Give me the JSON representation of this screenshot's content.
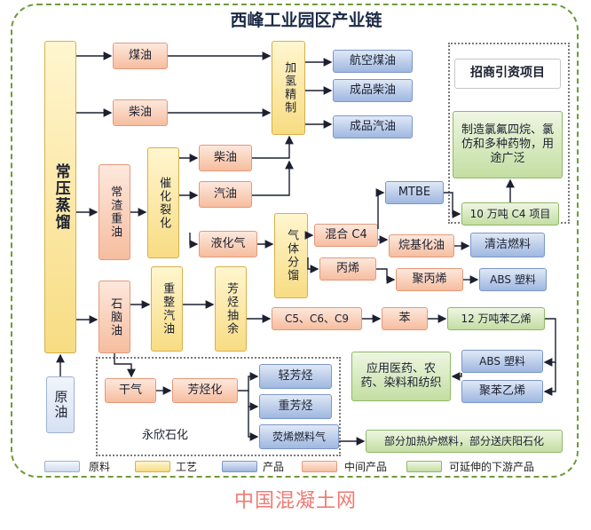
{
  "title": "西峰工业园区产业链",
  "nodes": {
    "changya": "常压蒸馏",
    "yuanyou": "原油",
    "meiyou": "煤油",
    "chaiyou": "柴油",
    "jiaqing": "加氢精制",
    "hangkong": "航空煤油",
    "chengpin_chaiyou": "成品柴油",
    "chengpin_qiyou": "成品汽油",
    "zhaoshang": "招商引资项目",
    "zhizao": "制造氯氟四烷、氯仿和多种药物，用途广泛",
    "changzha": "常渣重油",
    "cuihua": "催化裂化",
    "chaiyou2": "柴油",
    "qiyou": "汽油",
    "yehuaqi": "液化气",
    "qiti": "气体分馏",
    "mtbe": "MTBE",
    "shiwan_c4": "10 万吨 C4 项目",
    "hunhe_c4": "混合 C4",
    "wanjihua": "烷基化油",
    "qingjie": "清洁燃料",
    "bingxi": "丙烯",
    "jubingxi": "聚丙烯",
    "abs1": "ABS 塑料",
    "shinao": "石脑油",
    "chongzheng": "重整汽油",
    "fangting": "芳烃抽余",
    "c5": "C5、C6、C9",
    "ben": "苯",
    "shier_wan": "12 万吨苯乙烯",
    "yingyong": "应用医药、农药、染料和纺织",
    "abs2": "ABS 塑料",
    "jubenyixi": "聚苯乙烯",
    "ganqi": "干气",
    "fangtinghua": "芳烃化",
    "qingfang": "轻芳烃",
    "zhongfang": "重芳烃",
    "yingxi": "荧烯燃料气",
    "bufen": "部分加热炉燃料，部分送庆阳石化",
    "yongxin": "永欣石化"
  },
  "legend": [
    {
      "label": "原料",
      "color": "#dfe8f6"
    },
    {
      "label": "工艺",
      "color": "#f8dc83"
    },
    {
      "label": "产品",
      "color": "#9fb7e0"
    },
    {
      "label": "中间产品",
      "color": "#f6bd9f"
    },
    {
      "label": "可延伸的下游产品",
      "color": "#c3dea2"
    }
  ],
  "watermark": "中国混凝土网"
}
